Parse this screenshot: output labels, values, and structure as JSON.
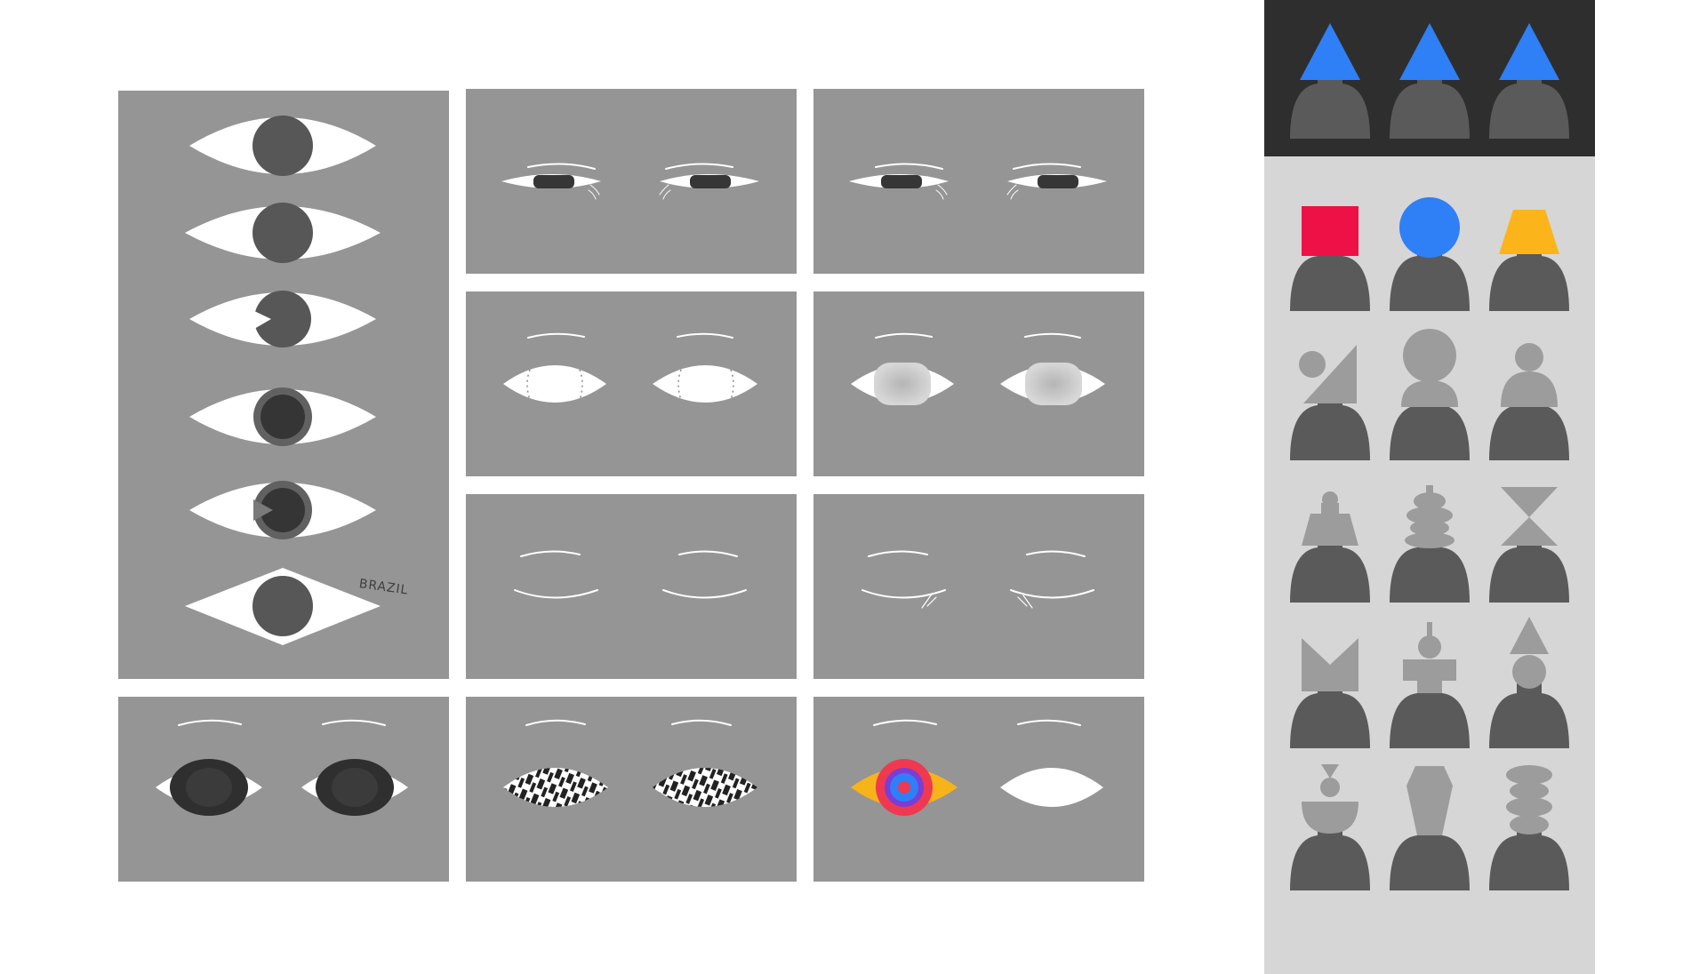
{
  "colors": {
    "panel": "#959595",
    "eye_white": "#ffffff",
    "pupil": "#575757",
    "pupil_dark": "#353535",
    "lineup_bg": "#d6d6d6",
    "lineup_header": "#2e2e2e",
    "torso": "#5a5a5a",
    "head_gray": "#9c9c9c",
    "accent_blue": "#2f7ff7",
    "accent_red": "#ee1146",
    "accent_yellow": "#fbb51b",
    "iris_orange": "#f7b31a",
    "iris_red": "#ef3950",
    "iris_purple": "#7a3dd6"
  },
  "eye_column": {
    "label": "BRAZIL",
    "variants": [
      "almond-round-pupil",
      "almond-round-pupil",
      "notched-pupil",
      "ringed-pupil",
      "pupil-with-highlight",
      "diamond"
    ]
  },
  "eye_grid": [
    "squint",
    "squint",
    "blank-white",
    "gray-shaded",
    "closed",
    "closed-with-lashes",
    "dark-iris",
    "zebra-pattern",
    "target-iris"
  ],
  "lineup": {
    "header": [
      "triangle-head",
      "triangle-head",
      "triangle-head"
    ],
    "rows": [
      [
        "square-head",
        "circle-head",
        "trapezoid-head"
      ],
      [
        "sphere-triangle-head",
        "double-circle-head",
        "dome-head"
      ],
      [
        "lamp-head",
        "puzzle-head",
        "hourglass-head"
      ],
      [
        "m-head",
        "stacked-head",
        "cone-ball-head"
      ],
      [
        "bowl-head",
        "coffin-head",
        "spool-head"
      ]
    ]
  }
}
